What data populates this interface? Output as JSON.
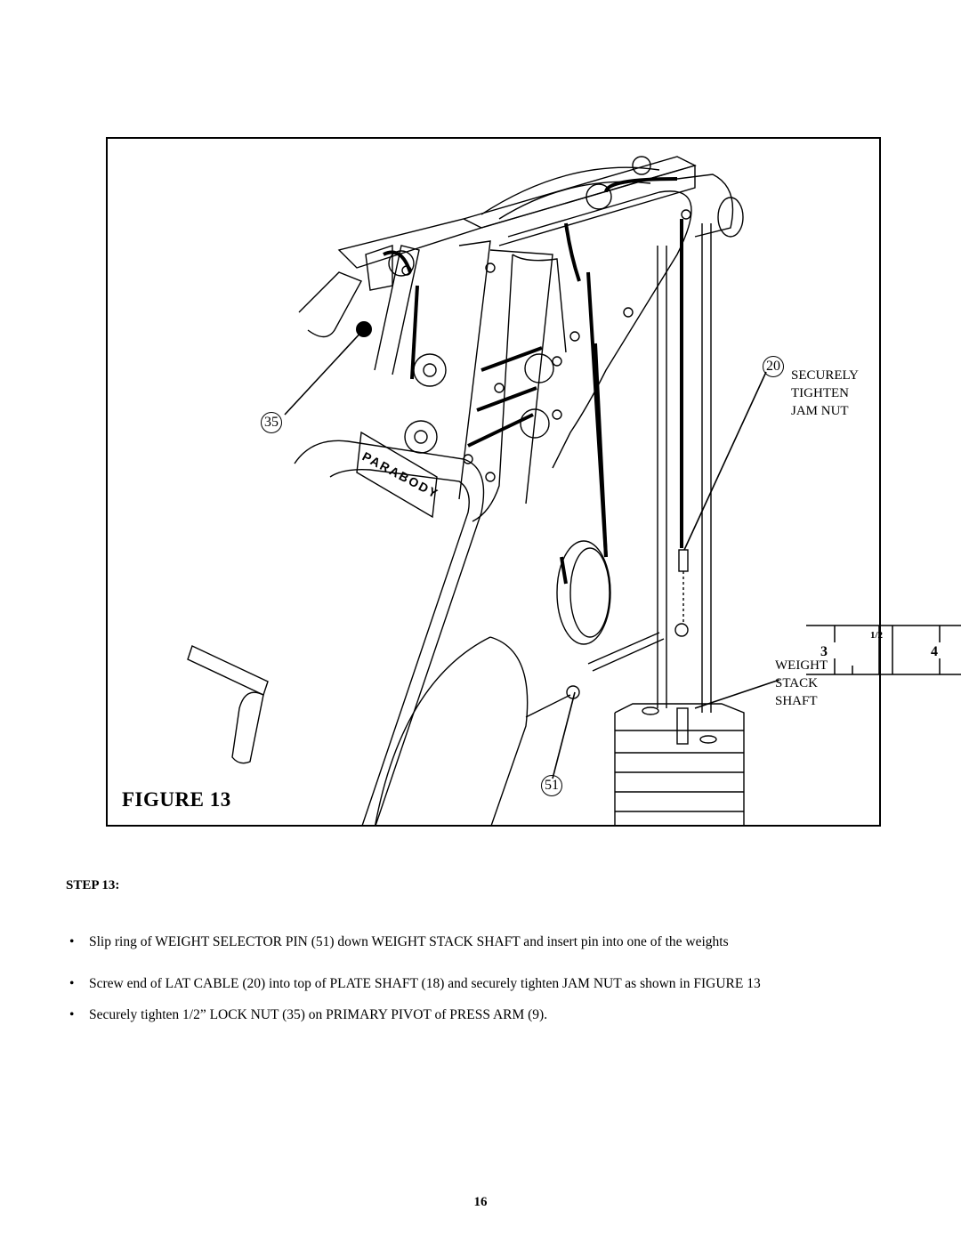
{
  "figure": {
    "title": "FIGURE 13",
    "callouts": {
      "lock_nut": "35",
      "lat_cable": "20",
      "selector_pin": "51"
    },
    "labels": {
      "jam_nut": [
        "SECURELY",
        "TIGHTEN",
        "JAM NUT"
      ],
      "shaft": [
        "WEIGHT",
        "STACK",
        "SHAFT"
      ]
    },
    "brand_plate": "PARABODY"
  },
  "ruler": {
    "left": "3",
    "mid": "1/2",
    "right": "4"
  },
  "step": {
    "heading": "STEP 13:",
    "bullet_symbol": "•",
    "items": [
      "Slip ring of WEIGHT SELECTOR PIN (51) down WEIGHT STACK SHAFT and insert pin into one of the weights",
      "Screw end of LAT CABLE (20) into top of PLATE SHAFT (18) and securely tighten JAM NUT as shown in FIGURE 13",
      "Securely tighten 1/2” LOCK NUT (35) on PRIMARY PIVOT of PRESS ARM (9)."
    ]
  },
  "page_number": "16"
}
